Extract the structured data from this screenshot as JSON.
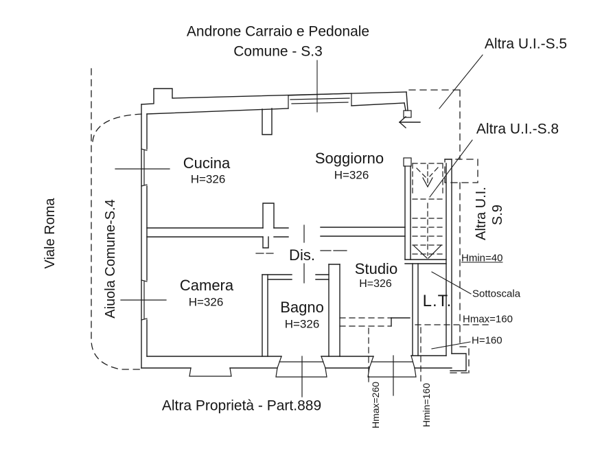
{
  "surroundings": {
    "top_label_line1": "Androne Carraio e Pedonale",
    "top_label_line2": "Comune - S.3",
    "unit_s5": "Altra U.I.-S.5",
    "unit_s8": "Altra U.I.-S.8",
    "unit_s9_line1": "Altra U.I.",
    "unit_s9_line2": "S.9",
    "street": "Viale Roma",
    "flowerbed": "Aiuola Comune-S.4",
    "bottom_label": "Altra Proprietà - Part.889"
  },
  "rooms": {
    "cucina": {
      "name": "Cucina",
      "height": "H=326"
    },
    "soggiorno": {
      "name": "Soggiorno",
      "height": "H=326"
    },
    "camera": {
      "name": "Camera",
      "height": "H=326"
    },
    "bagno": {
      "name": "Bagno",
      "height": "H=326"
    },
    "studio": {
      "name": "Studio",
      "height": "H=326"
    },
    "disimpegno": {
      "name": "Dis."
    },
    "locale_tecnico": {
      "name": "L.T."
    }
  },
  "heights": {
    "hmin40": "Hmin=40",
    "sottoscala": "Sottoscala",
    "hmax160": "Hmax=160",
    "h160": "H=160",
    "hmax260": "Hmax=260",
    "hmin160": "Hmin=160"
  },
  "colors": {
    "ink": "#1c1c1c",
    "background": "#ffffff"
  }
}
